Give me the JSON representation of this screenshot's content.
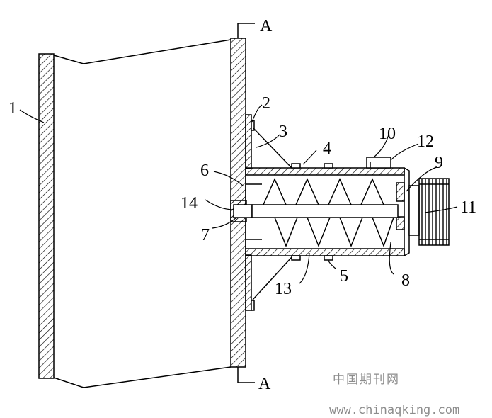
{
  "labels": {
    "l1": "1",
    "l2": "2",
    "l3": "3",
    "l4": "4",
    "l5": "5",
    "l6": "6",
    "l7": "7",
    "l8": "8",
    "l9": "9",
    "l10": "10",
    "l11": "11",
    "l12": "12",
    "l13": "13",
    "l14": "14",
    "sectionTop": "A",
    "sectionBottom": "A"
  },
  "watermark": {
    "cn": "中国期刊网",
    "url": "www.chinaqking.com"
  }
}
